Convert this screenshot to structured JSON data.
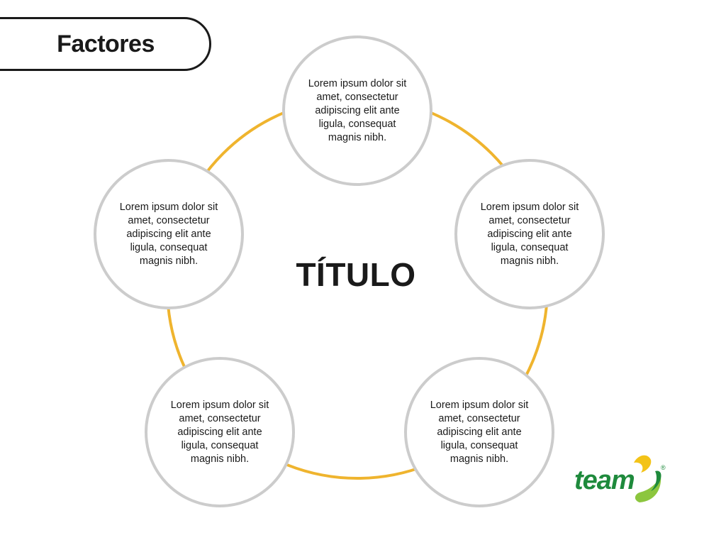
{
  "slide": {
    "header_title": "Factores",
    "center_title": "TÍTULO"
  },
  "nodes": [
    {
      "text": "Lorem ipsum dolor sit amet, consectetur adipiscing elit ante ligula, consequat magnis nibh."
    },
    {
      "text": "Lorem ipsum dolor sit amet, consectetur adipiscing elit ante ligula, consequat magnis nibh."
    },
    {
      "text": "Lorem ipsum dolor sit amet, consectetur adipiscing elit ante ligula, consequat magnis nibh."
    },
    {
      "text": "Lorem ipsum dolor sit amet, consectetur adipiscing elit ante ligula, consequat magnis nibh."
    },
    {
      "text": "Lorem ipsum dolor sit amet, consectetur adipiscing elit ante ligula, consequat magnis nibh."
    }
  ],
  "logo": {
    "word": "team",
    "registered_mark": "®"
  },
  "colors": {
    "ring": "#efb42e",
    "node_border": "#cccccc",
    "text": "#1a1a1a",
    "logo_green": "#1e8a3c",
    "logo_yellow": "#f3c318",
    "logo_light_green": "#8cc63e"
  }
}
